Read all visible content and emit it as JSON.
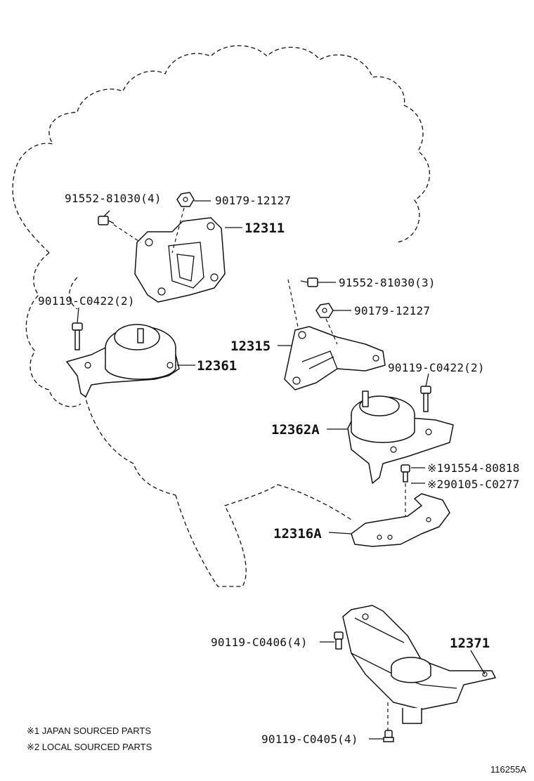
{
  "labels": {
    "bolt_top": "91552-81030(4)",
    "nut_top": "90179-12127",
    "bracket_12311": "12311",
    "bolt_left": "90119-C0422(2)",
    "mount_12361": "12361",
    "bolt_mid": "91552-81030(3)",
    "nut_mid": "90179-12127",
    "bracket_12315": "12315",
    "bolt_right": "90119-C0422(2)",
    "mount_12362a": "12362A",
    "bolt_japan": "※191554-80818",
    "bolt_local": "※290105-C0277",
    "bracket_12316a": "12316A",
    "bolt_rear_upper": "90119-C0406(4)",
    "mount_12371": "12371",
    "bolt_rear_lower": "90119-C0405(4)"
  },
  "notes": {
    "note1": "※1 JAPAN SOURCED PARTS",
    "note2": "※2 LOCAL SOURCED PARTS"
  },
  "diagram_code": "116255A"
}
